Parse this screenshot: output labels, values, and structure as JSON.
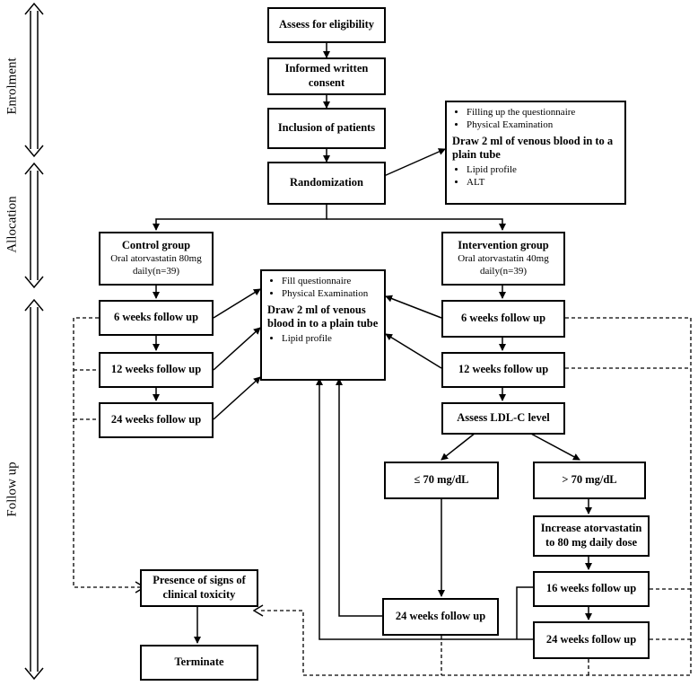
{
  "stages": {
    "enrolment": "Enrolment",
    "allocation": "Allocation",
    "follow_up": "Follow up"
  },
  "boxes": {
    "eligibility": "Assess for eligibility",
    "consent": "Informed written consent",
    "inclusion": "Inclusion of patients",
    "randomization": "Randomization",
    "control_title": "Control group",
    "control_sub": "Oral atorvastatin 80mg daily(n=39)",
    "intervention_title": "Intervention group",
    "intervention_sub": "Oral atorvastatin 40mg daily(n=39)",
    "control_6w": "6 weeks follow up",
    "control_12w": "12 weeks follow up",
    "control_24w": "24 weeks follow up",
    "interv_6w": "6 weeks follow up",
    "interv_12w": "12 weeks follow up",
    "assess_ldl": "Assess LDL-C level",
    "le70": "≤ 70 mg/dL",
    "gt70": "> 70 mg/dL",
    "increase": "Increase atorvastatin to 80 mg daily dose",
    "interv_16w": "16 weeks follow up",
    "interv_24w_right": "24 weeks follow up",
    "interv_24w_mid": "24 weeks follow up",
    "toxicity": "Presence of signs of clinical toxicity",
    "terminate": "Terminate"
  },
  "baseline_panel": {
    "bullets_top": [
      "Filling up the questionnaire",
      "Physical Examination"
    ],
    "draw": "Draw 2 ml of venous blood in to a plain tube",
    "bullets_bottom": [
      "Lipid profile",
      "ALT"
    ]
  },
  "followup_panel": {
    "bullets_top": [
      "Fill questionnaire",
      "Physical Examination"
    ],
    "draw": "Draw 2 ml of venous blood in to a plain tube",
    "bullets_bottom": [
      "Lipid profile"
    ]
  }
}
